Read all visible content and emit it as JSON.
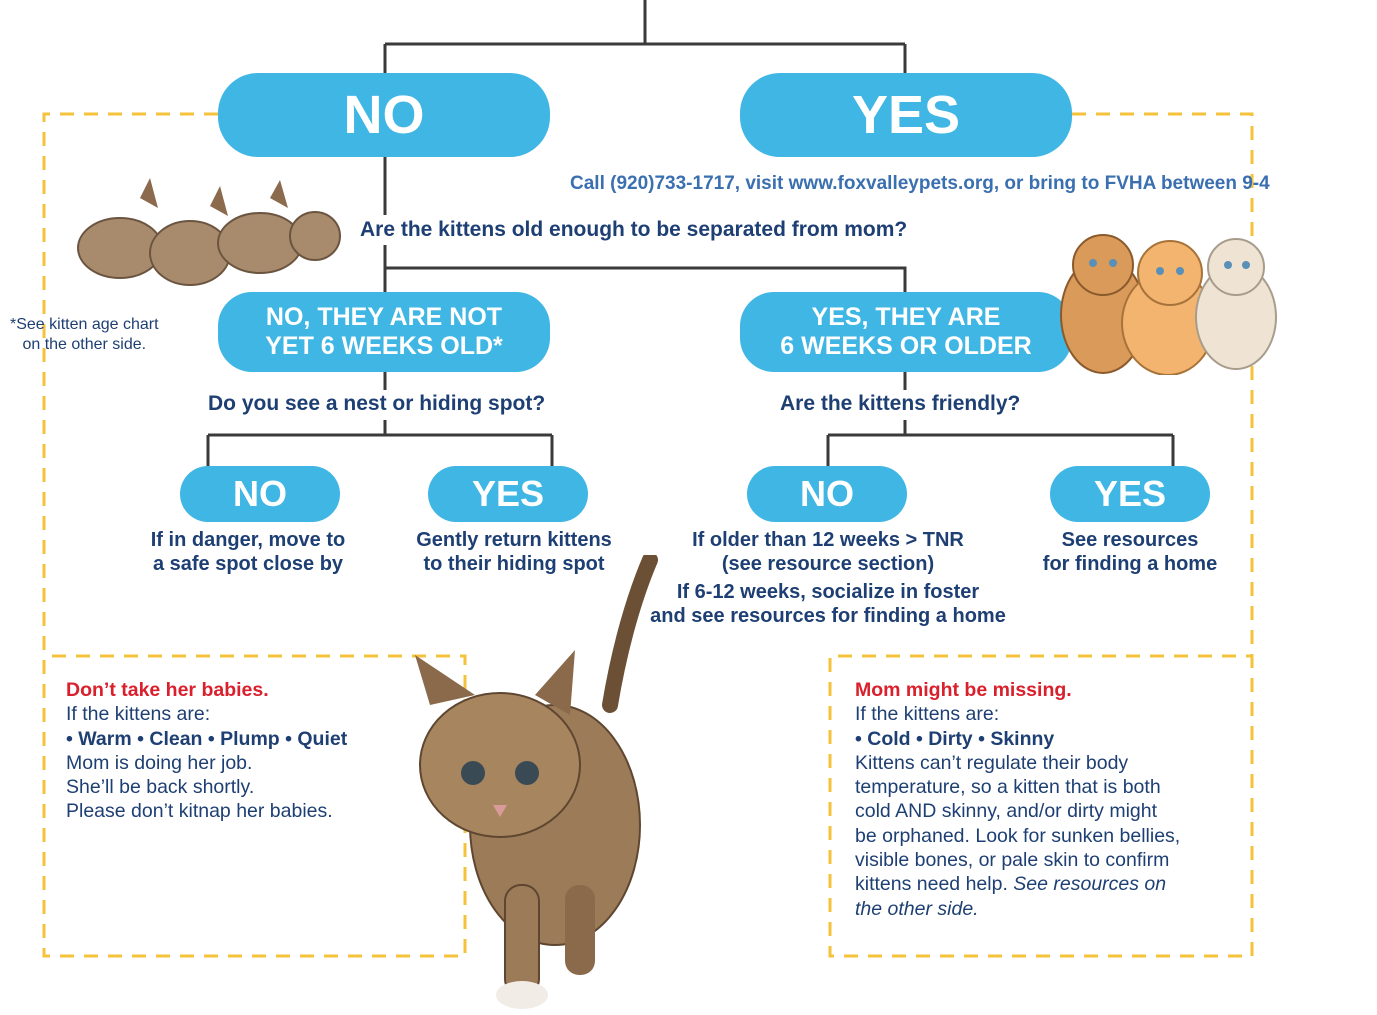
{
  "flow": {
    "top_no": "NO",
    "top_yes": "YES",
    "call": {
      "before": "Call (920)733-1717, visit ",
      "link": "www.foxvalleypets.org",
      "after": ", or bring to FVHA between 9-4"
    },
    "question_age": "Are the kittens old enough to be separated from mom?",
    "age_note": [
      "*See kitten age chart",
      "on the other side."
    ],
    "not_old": [
      "NO, THEY ARE NOT",
      "YET 6 WEEKS OLD*"
    ],
    "old": [
      "YES, THEY ARE",
      "6 WEEKS OR OLDER"
    ],
    "question_nest": "Do you see a nest or hiding spot?",
    "question_friendly": "Are the kittens friendly?",
    "nest_no": "NO",
    "nest_yes": "YES",
    "friendly_no": "NO",
    "friendly_yes": "YES",
    "nest_no_answer": [
      "If in danger, move to",
      "a safe spot close by"
    ],
    "nest_yes_answer": [
      "Gently return kittens",
      "to their hiding spot"
    ],
    "friendly_no_answer": [
      "If older than 12 weeks > TNR",
      "(see resource section)"
    ],
    "friendly_no_answer2": [
      "If 6-12 weeks, socialize in foster",
      "and see resources for finding a home"
    ],
    "friendly_yes_answer": [
      "See resources",
      "for finding a home"
    ]
  },
  "left_box": {
    "heading": "Don’t take her babies.",
    "intro": "If the kittens are:",
    "bullets": "• Warm • Clean • Plump • Quiet",
    "body": [
      "Mom is doing her job.",
      "She’ll be back shortly.",
      "Please don’t kitnap her babies."
    ]
  },
  "right_box": {
    "heading": "Mom might be missing.",
    "intro": "If the kittens are:",
    "bullets": "• Cold • Dirty • Skinny",
    "body": [
      "Kittens can’t regulate their body",
      "temperature, so a kitten that is both",
      "cold AND skinny, and/or dirty might",
      "be orphaned. Look for sunken bellies,",
      "visible bones, or pale skin to confirm"
    ],
    "body_last": "kittens need help. ",
    "body_italic": [
      "See resources on",
      "the other side."
    ]
  },
  "colors": {
    "pill": "#3fb6e4",
    "text": "#1e3f73",
    "red": "#d9202c",
    "dash": "#f5c23b",
    "line": "#3a3a3a"
  }
}
